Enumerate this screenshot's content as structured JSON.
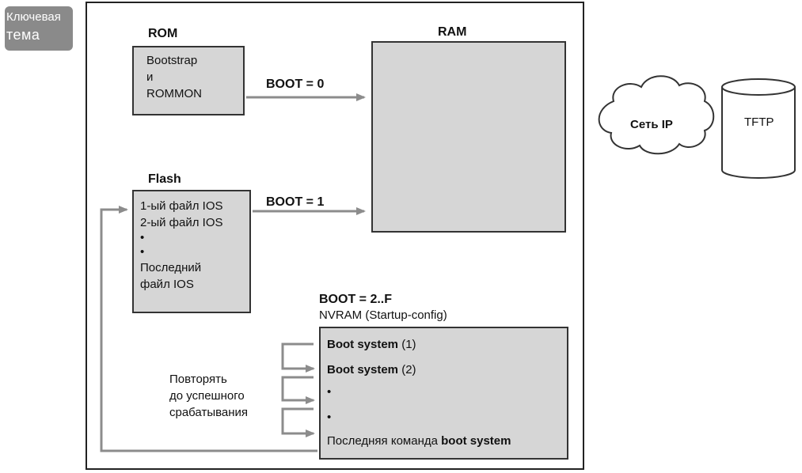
{
  "badge": {
    "line1": "Ключевая",
    "line2": "тема"
  },
  "rom": {
    "title": "ROM",
    "lines": [
      "Bootstrap",
      "и",
      "ROMMON"
    ]
  },
  "ram": {
    "title": "RAM"
  },
  "flash": {
    "title": "Flash",
    "lines": [
      "1-ый файл IOS",
      "2-ый файл IOS",
      "•",
      "•",
      "Последний",
      "файл IOS"
    ]
  },
  "boot0": "BOOT = 0",
  "boot1": "BOOT = 1",
  "boot2": "BOOT = 2..F",
  "nvram": {
    "title": "NVRAM (Startup-config)",
    "line1_bold": "Boot system",
    "line1_rest": " (1)",
    "line2_bold": "Boot system",
    "line2_rest": " (2)",
    "dot1": "•",
    "dot2": "•",
    "last_prefix": "Последняя команда ",
    "last_bold": "boot system"
  },
  "repeat": {
    "lines": [
      "Повторять",
      "до успешного",
      "срабатывания"
    ]
  },
  "cloud": {
    "label": "Сеть IP"
  },
  "tftp": {
    "label": "TFTP"
  },
  "colors": {
    "box_fill": "#d6d6d6",
    "arrow": "#8c8c8c",
    "badge": "#8a8a8a"
  }
}
